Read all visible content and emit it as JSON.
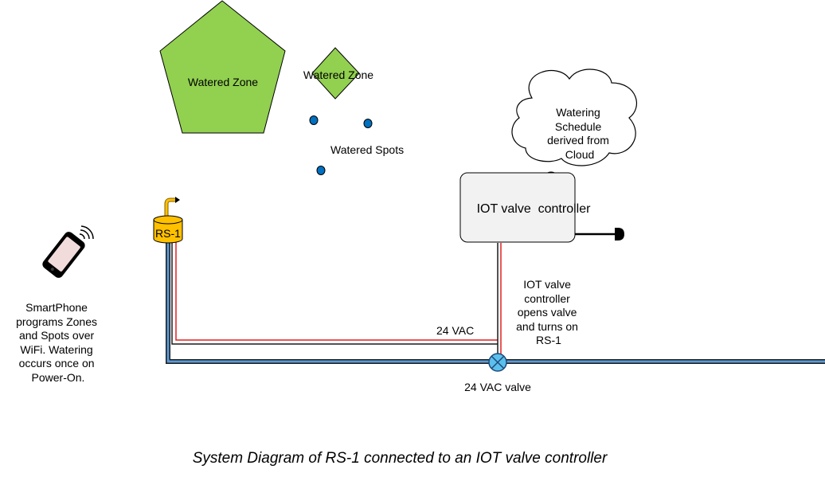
{
  "zones": {
    "pentagon_label": "Watered Zone",
    "diamond_label": "Watered Zone"
  },
  "spots": {
    "label": "Watered Spots"
  },
  "sensor": {
    "label": "RS-1"
  },
  "controller": {
    "label": "IOT valve  controller"
  },
  "cloud": {
    "lines": [
      "Watering",
      "Schedule",
      "derived from",
      "Cloud"
    ]
  },
  "smartphone": {
    "lines": [
      "SmartPhone",
      "programs Zones",
      "and Spots over",
      "WiFi.  Watering",
      "occurs once on",
      "Power-On."
    ]
  },
  "controller_note": {
    "lines": [
      "IOT valve",
      "controller",
      "opens valve",
      "and turns on",
      "RS-1"
    ]
  },
  "wire": {
    "label": "24 VAC"
  },
  "valve": {
    "label": "24 VAC valve"
  },
  "caption": "System Diagram of RS-1 connected to an IOT valve controller",
  "colors": {
    "zone_fill": "#92d050",
    "spot_fill": "#0070c0",
    "pipe": "#5b9bd5",
    "wire_red": "#e02020",
    "sensor_fill": "#ffc000",
    "controller_fill": "#f2f2f2",
    "phone_screen": "#f2dcdb"
  }
}
